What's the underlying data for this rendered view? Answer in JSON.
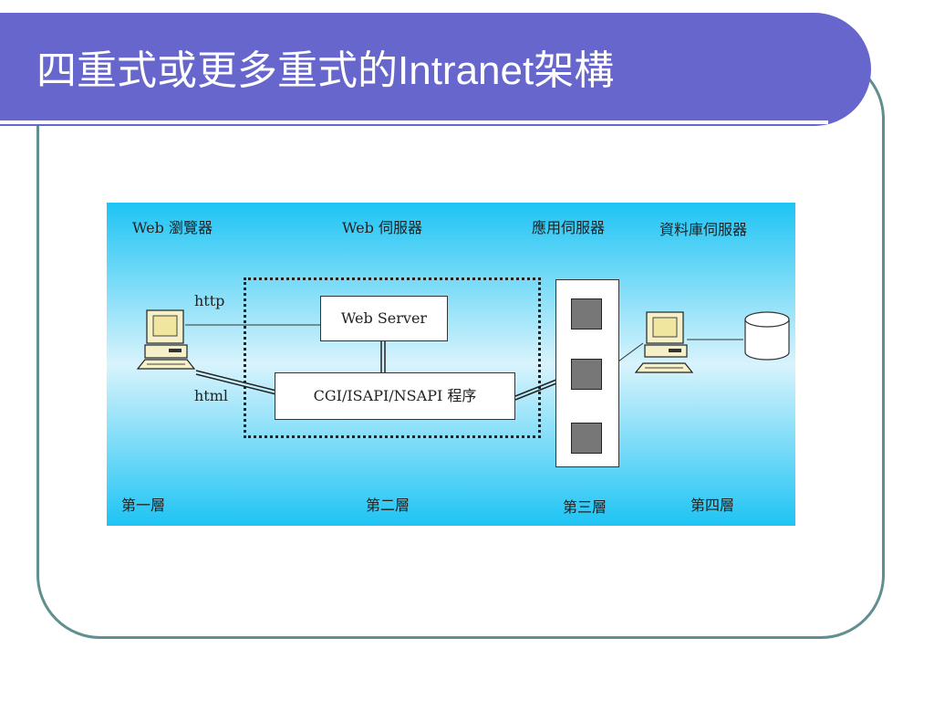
{
  "slide": {
    "title_cjk_1": "四重式或更多重式的",
    "title_en": "Intranet",
    "title_cjk_2": "架構"
  },
  "diagram": {
    "columns": {
      "web_browser": "Web 瀏覽器",
      "web_server": "Web 伺服器",
      "app_server": "應用伺服器",
      "db_server": "資料庫伺服器"
    },
    "tiers": {
      "tier1": "第一層",
      "tier2": "第二層",
      "tier3": "第三層",
      "tier4": "第四層"
    },
    "edges": {
      "http": "http",
      "html": "html"
    },
    "nodes": {
      "web_server_box": "Web Server",
      "cgi_box": "CGI/ISAPI/NSAPI 程序"
    }
  },
  "colors": {
    "title_bar": "#6666cc",
    "frame": "#5f8f8f",
    "panel_edge": "#1ec4f4",
    "panel_center": "#d8f3fc"
  }
}
